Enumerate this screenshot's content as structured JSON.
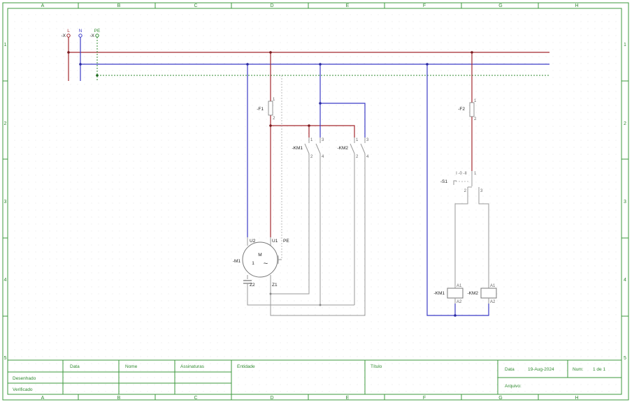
{
  "colors": {
    "frame": "#3c9a3c",
    "phase": "#a3282e",
    "neutral": "#3b3bc6",
    "earth": "#2f8a2f",
    "wire": "#9a9a9a"
  },
  "columns": [
    "A",
    "B",
    "C",
    "D",
    "E",
    "F",
    "G",
    "H"
  ],
  "rows": [
    "1",
    "2",
    "3",
    "4",
    "5"
  ],
  "terminals": {
    "l": "L",
    "n": "N",
    "pe": "PE",
    "x": "-X",
    "x2": "-X"
  },
  "components": {
    "f1": "-F1",
    "f2": "-F2",
    "km1": "-KM1",
    "km2": "-KM2",
    "m1": "-M1",
    "s1": "-S1",
    "km1_coil": "-KM1",
    "km2_coil": "-KM2",
    "motor_m": "M",
    "motor_1": "1",
    "motor_tilde": "~",
    "u1": "U1",
    "u2": "U2",
    "z1": "Z1",
    "z2": "Z2",
    "pe": "PE",
    "s1_positions": "I -0 -II",
    "pin1": "1",
    "pin2": "2",
    "pin3": "3",
    "pin4": "4",
    "a1": "A1",
    "a2": "A2"
  },
  "title_block": {
    "data": "Data",
    "nome": "Nome",
    "assinaturas": "Assinaturas",
    "entidade": "Entidade",
    "titulo": "Título",
    "desenhado": "Desenhado",
    "verificado": "Verificado",
    "date_label": "Data",
    "date_value": "19-Aug-2024",
    "num_label": "Num:",
    "num_value": "1 de 1",
    "arquivo": "Arquivo:"
  }
}
